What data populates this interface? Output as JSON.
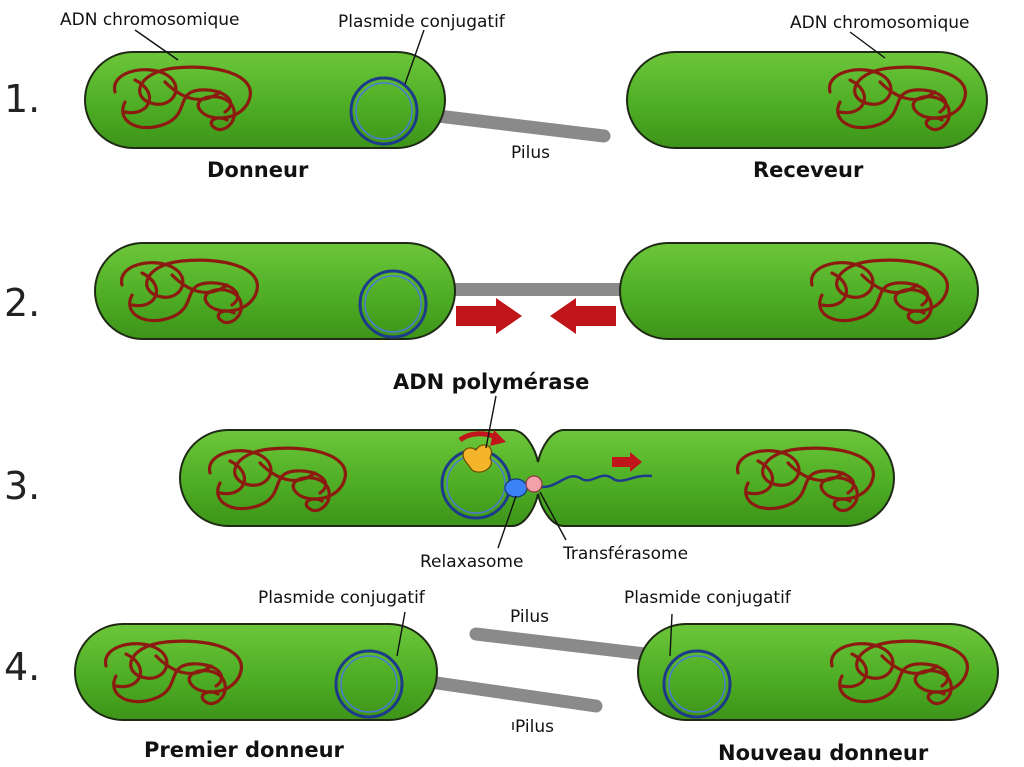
{
  "steps": [
    {
      "number": "1.",
      "labels": {
        "chromosome_left": "ADN chromosomique",
        "plasmid": "Plasmide conjugatif",
        "chromosome_right": "ADN chromosomique",
        "pilus": "Pilus",
        "donor": "Donneur",
        "recipient": "Receveur"
      }
    },
    {
      "number": "2."
    },
    {
      "number": "3.",
      "labels": {
        "polymerase": "ADN polymérase",
        "relaxasome": "Relaxasome",
        "transferasome": "Transférasome"
      }
    },
    {
      "number": "4.",
      "labels": {
        "plasmid_left": "Plasmide conjugatif",
        "plasmid_right": "Plasmide conjugatif",
        "pilus_top": "Pilus",
        "pilus_bottom": "Pilus",
        "first_donor": "Premier donneur",
        "new_donor": "Nouveau donneur"
      }
    }
  ],
  "colors": {
    "cell_fill": "#5cb82e",
    "cell_stroke": "#1f2a14",
    "chromosome": "#8b1a10",
    "plasmid": "#1e3a8a",
    "pilus": "#8a8a8a",
    "arrow": "#c0161b",
    "polymerase": "#f5b52a",
    "relaxasome": "#3b82f6",
    "transferasome": "#f4a0a8"
  }
}
